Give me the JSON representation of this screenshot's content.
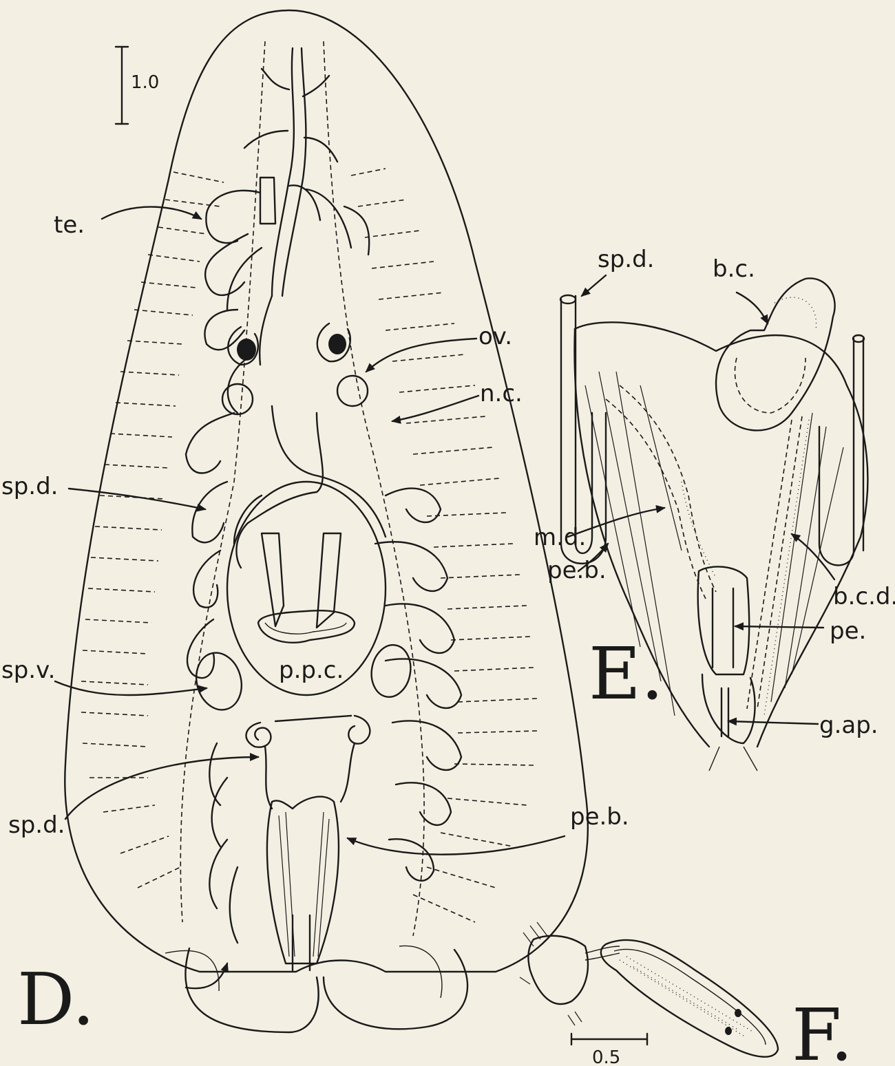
{
  "figures": {
    "D": {
      "letter": "D.",
      "scale_label": "1.0",
      "labels": {
        "te": "te.",
        "ov": "ov.",
        "nc": "n.c.",
        "spd_upper": "sp.d.",
        "ppc": "p.p.c.",
        "spv": "sp.v.",
        "spd_lower": "sp.d.",
        "peb": "pe.b."
      }
    },
    "E": {
      "letter": "E.",
      "labels": {
        "spd": "sp.d.",
        "bc": "b.c.",
        "md": "m.d.",
        "peb": "pe.b.",
        "bcd": "b.c.d.",
        "pe": "pe.",
        "gap": "g.ap."
      }
    },
    "F": {
      "letter": "F.",
      "scale_label": "0.5"
    }
  }
}
